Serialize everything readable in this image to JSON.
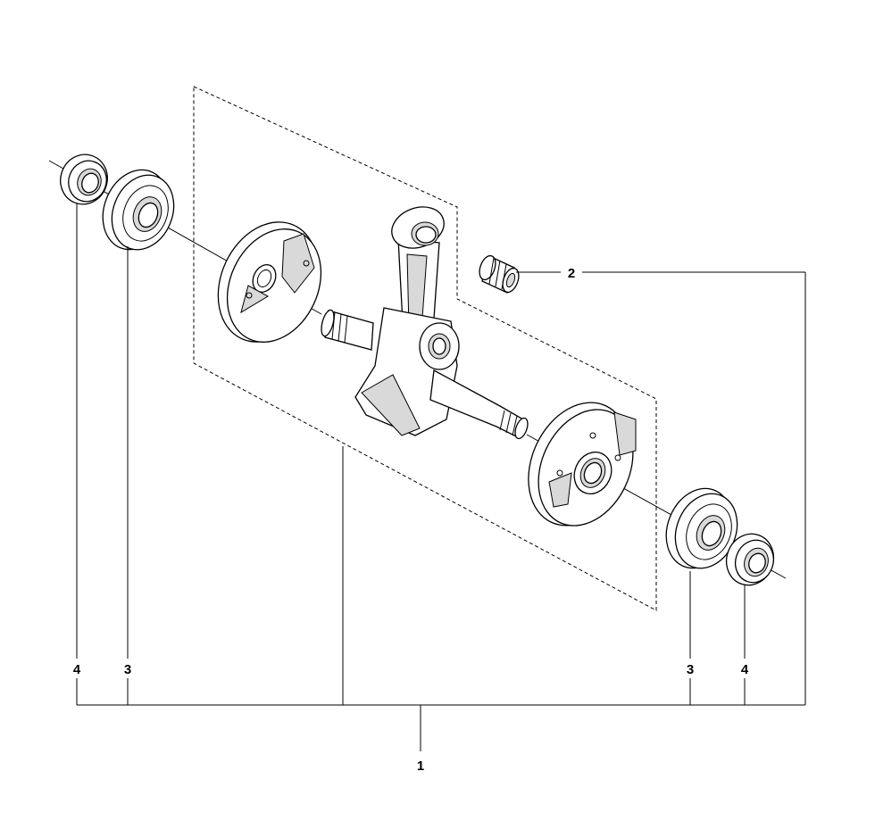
{
  "callouts": {
    "assembly": "1",
    "needle_bearing": "2",
    "ball_bearing_left": "3",
    "ball_bearing_right": "3",
    "seal_left": "4",
    "seal_right": "4"
  }
}
